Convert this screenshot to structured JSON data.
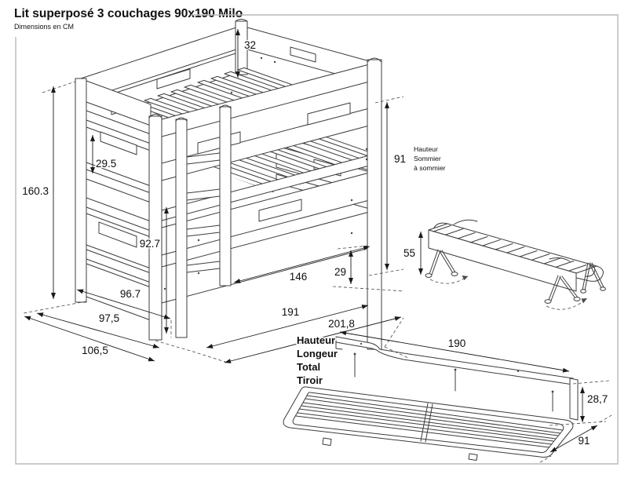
{
  "header": {
    "title": "Lit superposé 3 couchages 90x190 Milo",
    "subtitle": "Dimensions en CM"
  },
  "bed": {
    "dims": {
      "top_rail": "32",
      "total_height": "160.3",
      "guard_panel": "29.5",
      "sommier_gap": "91",
      "under_clearance": "92.7",
      "depth_inner": "96.7",
      "depth_mid": "97,5",
      "depth_total": "106,5",
      "slat_length": "146",
      "rail_height": "29",
      "length_inner": "191",
      "length_total": "201,8"
    },
    "note": [
      "Hauteur",
      "Sommier",
      "à sommier"
    ]
  },
  "trundle": {
    "height": "55"
  },
  "drawer": {
    "label": [
      "Hauteur",
      "Longeur",
      "Total",
      "Tiroir"
    ],
    "length": "190",
    "height": "28,7",
    "width": "91"
  }
}
